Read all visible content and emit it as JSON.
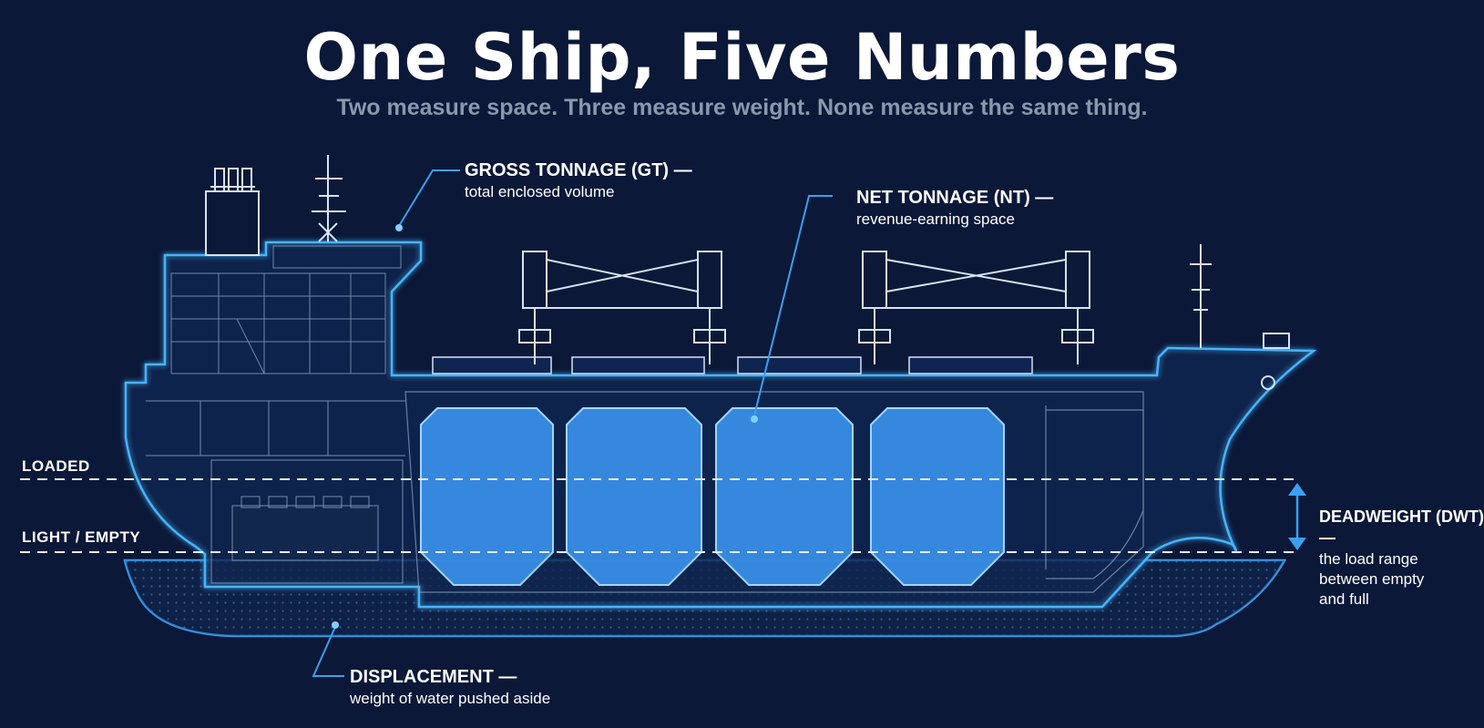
{
  "title": "One Ship, Five Numbers",
  "subtitle": "Two measure space. Three measure weight. None measure the same thing.",
  "labels": {
    "gross": {
      "name": "GROSS TONNAGE (GT) —",
      "desc": "total enclosed volume"
    },
    "net": {
      "name": "NET TONNAGE (NT) —",
      "desc": "revenue-earning space"
    },
    "deadweight": {
      "name": "DEADWEIGHT (DWT) —",
      "desc1": "the load range",
      "desc2": "between empty",
      "desc3": "and full"
    },
    "displacement": {
      "name": "DISPLACEMENT —",
      "desc": "weight of water pushed aside"
    }
  },
  "waterlines": {
    "loaded": "LOADED",
    "light": "LIGHT / EMPTY"
  },
  "colors": {
    "background": "#0b1838",
    "accent": "#3aa0f0",
    "hold_fill": "#3a90ea",
    "outline": "#d7e2f2"
  }
}
